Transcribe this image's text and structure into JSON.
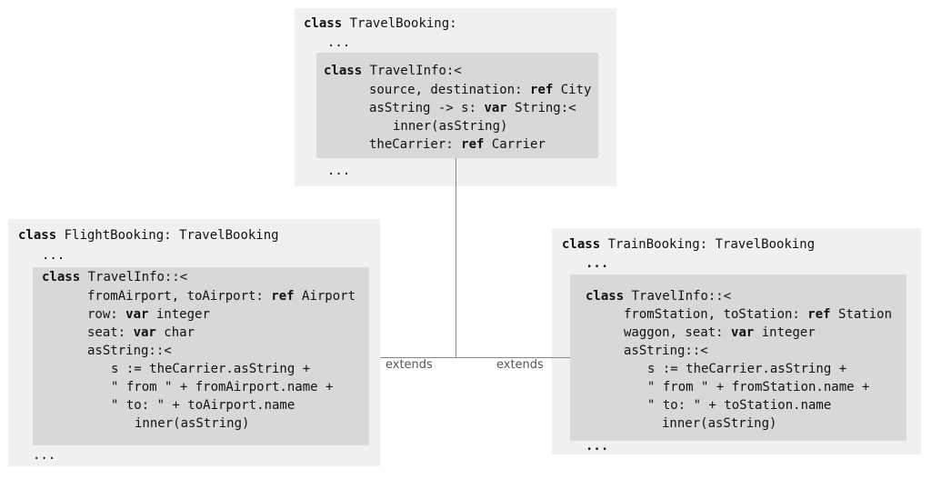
{
  "top": {
    "header_kw": "class",
    "header_name": " TravelBooking:",
    "dots_before": "...",
    "inner_kw": "class",
    "inner_name": " TravelInfo:<",
    "l1_a": "source, destination: ",
    "l1_kw": "ref",
    "l1_b": " City",
    "l2_a": "asString -> s: ",
    "l2_kw": "var",
    "l2_b": " String:<",
    "l3": "inner(asString)",
    "l4_a": "theCarrier: ",
    "l4_kw": "ref",
    "l4_b": " Carrier",
    "dots_after": "..."
  },
  "left": {
    "header_kw": "class",
    "header_name": " FlightBooking: TravelBooking",
    "dots_before": "...",
    "inner_kw": "class",
    "inner_name": " TravelInfo::<",
    "l1_a": "fromAirport, toAirport: ",
    "l1_kw": "ref",
    "l1_b": " Airport",
    "l2_a": "row: ",
    "l2_kw": "var",
    "l2_b": " integer",
    "l3_a": "seat: ",
    "l3_kw": "var",
    "l3_b": " char",
    "l4": "asString::<",
    "l5": "s := theCarrier.asString +",
    "l6": "\" from \" + fromAirport.name +",
    "l7": "\" to: \" + toAirport.name",
    "l8": "inner(asString)",
    "dots_after": "..."
  },
  "right": {
    "header_kw": "class",
    "header_name": " TrainBooking: TravelBooking",
    "dots_before": "...",
    "inner_kw": "class",
    "inner_name": " TravelInfo::<",
    "l1_a": "fromStation, toStation: ",
    "l1_kw": "ref",
    "l1_b": " Station",
    "l2_a": "waggon, seat: ",
    "l2_kw": "var",
    "l2_b": " integer",
    "l3": "asString::<",
    "l4": "s := theCarrier.asString +",
    "l5": "\" from \" + fromStation.name +",
    "l6": "\" to: \" + toStation.name",
    "l7": "inner(asString)",
    "dots_after": "..."
  },
  "edges": {
    "left_label": "extends",
    "right_label": "extends"
  }
}
